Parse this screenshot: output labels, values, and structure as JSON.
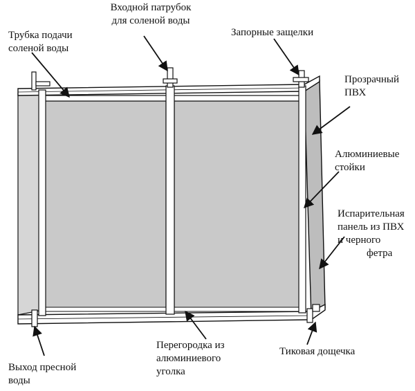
{
  "labels": {
    "brine_tube": [
      "Трубка подачи",
      "соленой воды"
    ],
    "inlet": [
      "Входной патрубок",
      "для соленой воды"
    ],
    "latches": [
      "Запорные защелки"
    ],
    "pvc": [
      "Прозрачный",
      "ПВХ"
    ],
    "posts": [
      "Алюминиевые",
      "стойки"
    ],
    "panel": [
      "Испарительная",
      "панель из ПВХ",
      "и черного",
      "фетра"
    ],
    "outlet": [
      "Выход пресной",
      "воды"
    ],
    "partition": [
      "Перегородка из",
      "алюминиевого",
      "уголка"
    ],
    "teak": [
      "Тиковая дощечка"
    ]
  },
  "colors": {
    "line": "#111111",
    "panel_fill": "#c9c9c9",
    "side_fill": "#bdbdbd",
    "frame_fill": "#ffffff"
  }
}
